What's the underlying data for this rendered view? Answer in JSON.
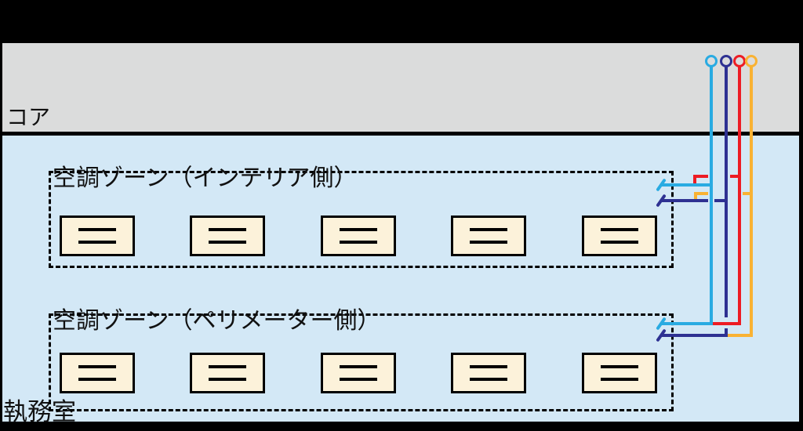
{
  "diagram": {
    "core_label": "コア",
    "office_label": "執務室",
    "zones": [
      {
        "label": "空調ゾーン（インテリア側）",
        "unit_count": 5
      },
      {
        "label": "空調ゾーン（ペリメーター側）",
        "unit_count": 5
      }
    ],
    "risers": [
      {
        "name": "riser-cyan",
        "color": "#29ABE2"
      },
      {
        "name": "riser-navy",
        "color": "#2E3192"
      },
      {
        "name": "riser-red",
        "color": "#ED1C24"
      },
      {
        "name": "riser-orange",
        "color": "#F9B233"
      }
    ]
  },
  "colors": {
    "pipe_cyan": "#29ABE2",
    "pipe_navy": "#2E3192",
    "pipe_red": "#ED1C24",
    "pipe_orange": "#F9B233",
    "core_bg": "#DBDCDC",
    "office_bg": "#D3E8F6",
    "unit_bg": "#FCF2DA",
    "outline": "#000000"
  }
}
